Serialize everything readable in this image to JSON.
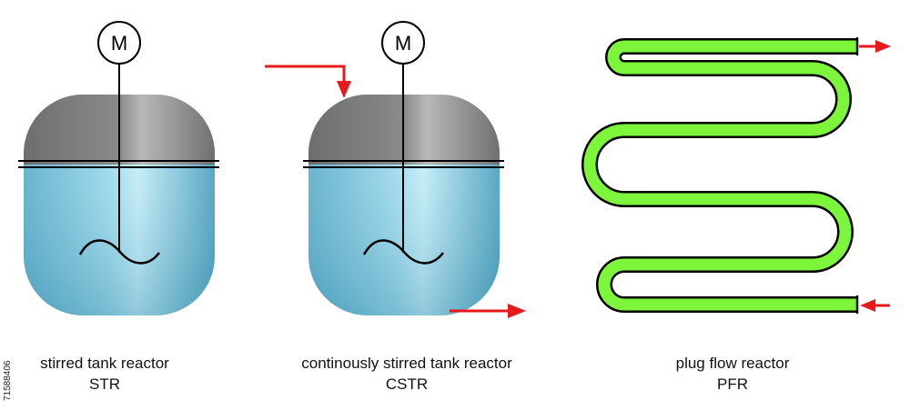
{
  "reactors": [
    {
      "name": "stirred tank reactor",
      "abbreviation": "STR",
      "motor_label": "M",
      "has_feed_inlet": false,
      "has_outlet": false
    },
    {
      "name": "continously stirred tank reactor",
      "abbreviation": "CSTR",
      "motor_label": "M",
      "has_feed_inlet": true,
      "has_outlet": true
    },
    {
      "name": "plug flow reactor",
      "abbreviation": "PFR",
      "has_inlet": true,
      "has_outlet": true
    }
  ],
  "stock_id": "71588406",
  "colors": {
    "lid_gray": "#7e7e7e",
    "liquid_blue": "#7cc6dd",
    "pipe_green": "#7cf53a",
    "flow_arrow_red": "#e8191a",
    "outline_black": "#000000"
  }
}
